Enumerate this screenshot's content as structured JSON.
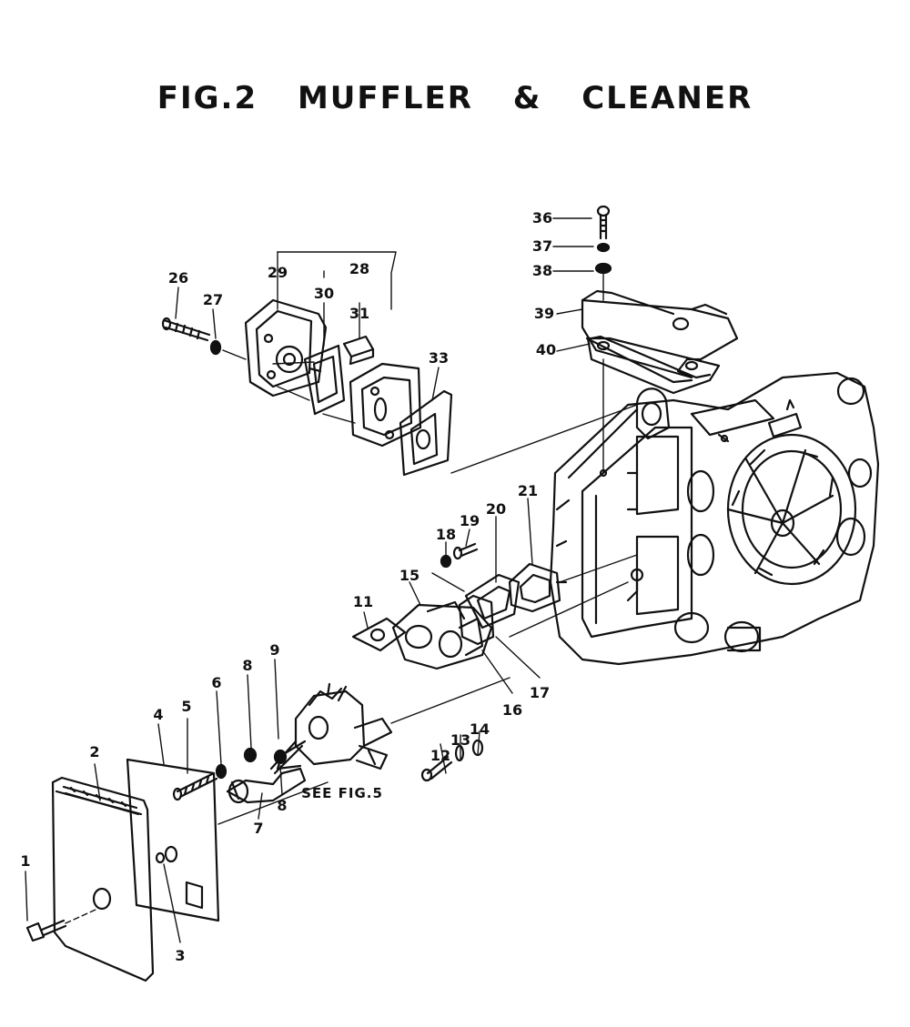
{
  "title": "FIG.2   MUFFLER & CLEANER",
  "callouts": {
    "c1": "1",
    "c2": "2",
    "c3": "3",
    "c4": "4",
    "c5": "5",
    "c6": "6",
    "c7": "7",
    "c8a": "8",
    "c8b": "8",
    "c9": "9",
    "c11": "11",
    "c12": "12",
    "c13": "13",
    "c14": "14",
    "c15": "15",
    "c16": "16",
    "c17": "17",
    "c18": "18",
    "c19": "19",
    "c20": "20",
    "c21": "21",
    "c26": "26",
    "c27": "27",
    "c28": "28",
    "c29": "29",
    "c30": "30",
    "c31": "31",
    "c33": "33",
    "c36": "36",
    "c37": "37",
    "c38": "38",
    "c39": "39",
    "c40": "40"
  },
  "reference_note": "SEE FIG.5"
}
